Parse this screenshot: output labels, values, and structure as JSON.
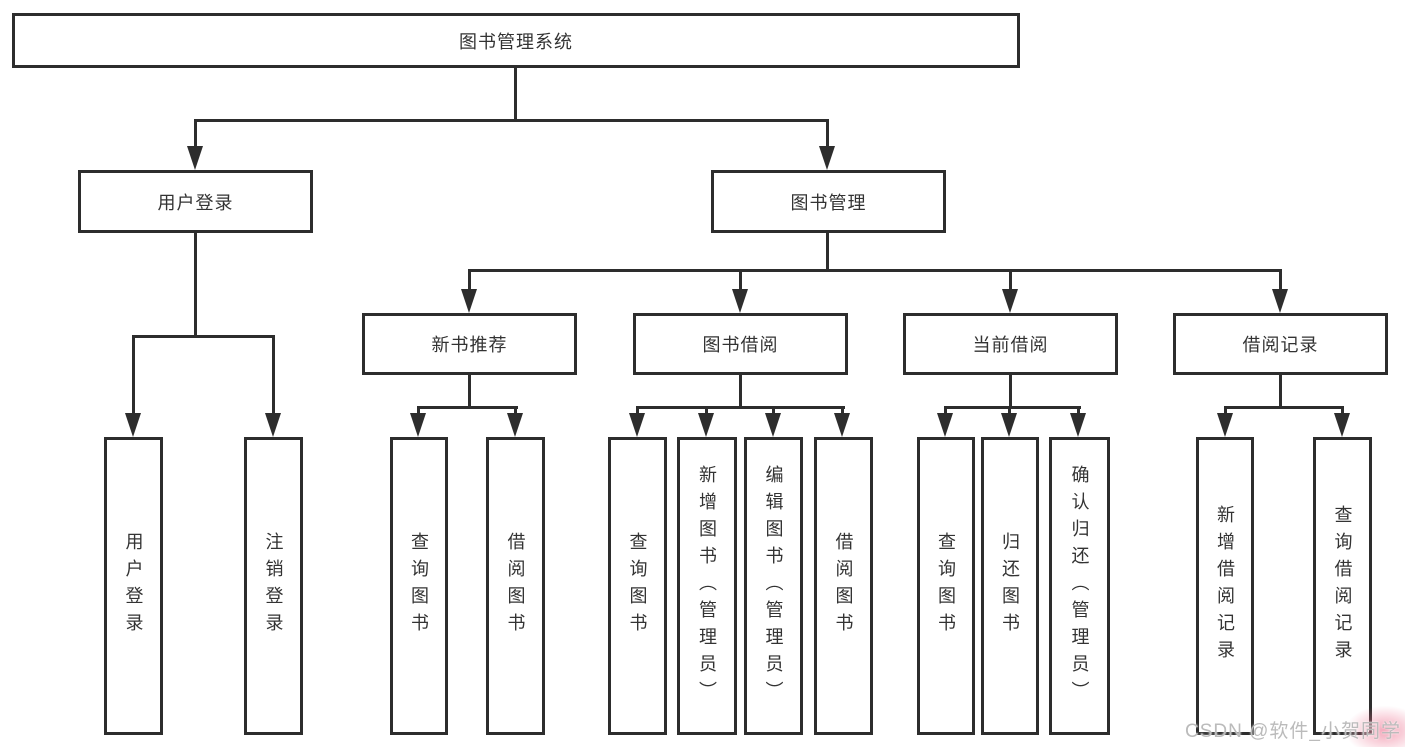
{
  "tree": {
    "root": {
      "label": "图书管理系统"
    },
    "branches": [
      {
        "label": "用户登录",
        "children": [
          {
            "label": "用户登录"
          },
          {
            "label": "注销登录"
          }
        ]
      },
      {
        "label": "图书管理",
        "children": [
          {
            "label": "新书推荐",
            "children": [
              {
                "label": "查询图书"
              },
              {
                "label": "借阅图书"
              }
            ]
          },
          {
            "label": "图书借阅",
            "children": [
              {
                "label": "查询图书"
              },
              {
                "label": "新增图书（管理员）"
              },
              {
                "label": "编辑图书（管理员）"
              },
              {
                "label": "借阅图书"
              }
            ]
          },
          {
            "label": "当前借阅",
            "children": [
              {
                "label": "查询图书"
              },
              {
                "label": "归还图书"
              },
              {
                "label": "确认归还（管理员）"
              }
            ]
          },
          {
            "label": "借阅记录",
            "children": [
              {
                "label": "新增借阅记录"
              },
              {
                "label": "查询借阅记录"
              }
            ]
          }
        ]
      }
    ]
  },
  "watermark": {
    "text": "CSDN @软件_小贺同学"
  },
  "colors": {
    "line": "#2d2d2d",
    "text": "#333333",
    "watermark": "#bbbbbb",
    "corner_glow": "#ec6e8d",
    "background": "#ffffff"
  }
}
